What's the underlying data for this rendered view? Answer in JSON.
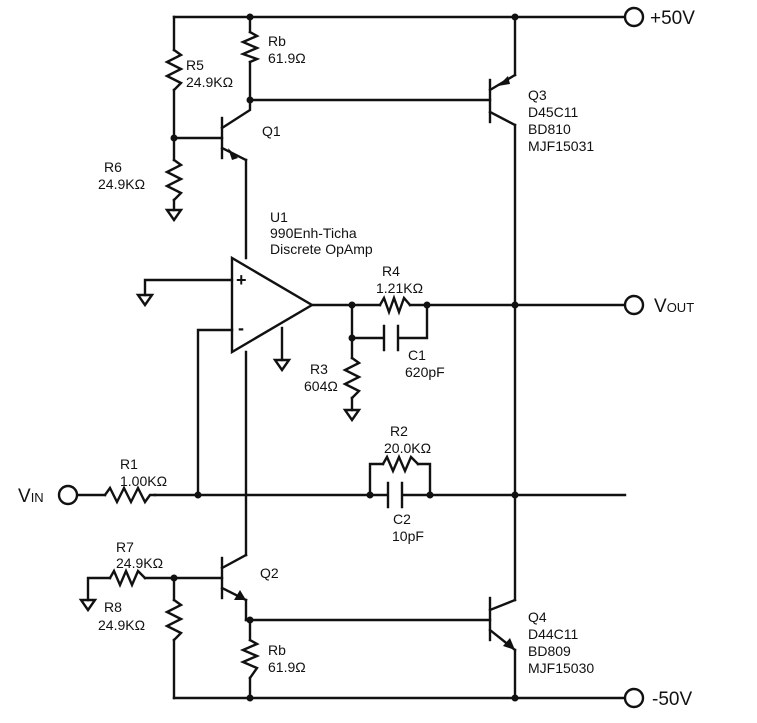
{
  "nets": {
    "vplus": "+50V",
    "vminus": "-50V",
    "vout_main": "V",
    "vout_sub": "OUT",
    "vin_main": "V",
    "vin_sub": "IN"
  },
  "opamp": {
    "ref": "U1",
    "line1": "990Enh-Ticha",
    "line2": "Discrete OpAmp",
    "plus": "+",
    "minus": "-"
  },
  "q1": {
    "ref": "Q1"
  },
  "q2": {
    "ref": "Q2"
  },
  "q3": {
    "ref": "Q3",
    "part1": "D45C11",
    "part2": "BD810",
    "part3": "MJF15031"
  },
  "q4": {
    "ref": "Q4",
    "part1": "D44C11",
    "part2": "BD809",
    "part3": "MJF15030"
  },
  "rb_top": {
    "ref": "Rb",
    "value": "61.9Ω"
  },
  "rb_bot": {
    "ref": "Rb",
    "value": "61.9Ω"
  },
  "r1": {
    "ref": "R1",
    "value": "1.00KΩ"
  },
  "r2": {
    "ref": "R2",
    "value": "20.0KΩ"
  },
  "r3": {
    "ref": "R3",
    "value": "604Ω"
  },
  "r4": {
    "ref": "R4",
    "value": "1.21KΩ"
  },
  "r5": {
    "ref": "R5",
    "value": "24.9KΩ"
  },
  "r6": {
    "ref": "R6",
    "value": "24.9KΩ"
  },
  "r7": {
    "ref": "R7",
    "value": "24.9KΩ"
  },
  "r8": {
    "ref": "R8",
    "value": "24.9KΩ"
  },
  "c1": {
    "ref": "C1",
    "value": "620pF"
  },
  "c2": {
    "ref": "C2",
    "value": "10pF"
  }
}
